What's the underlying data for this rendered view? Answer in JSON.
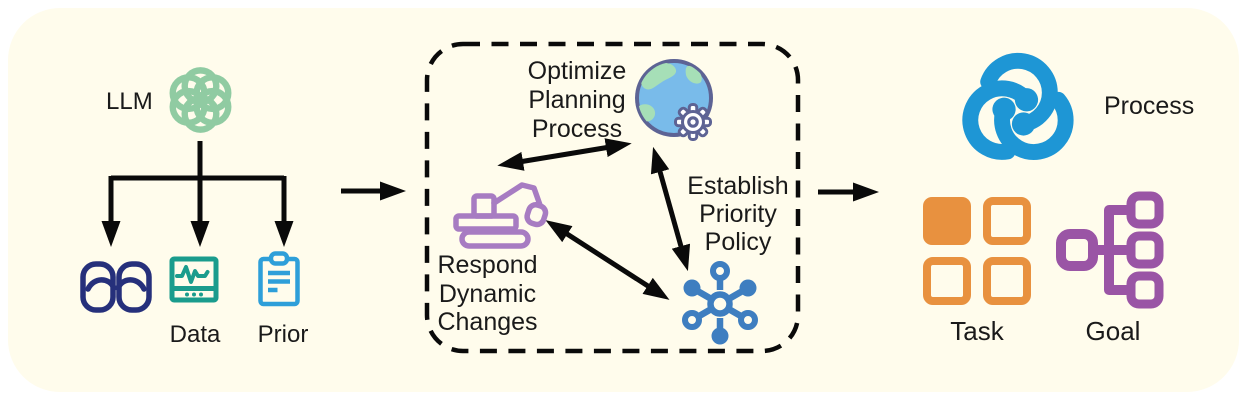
{
  "colors": {
    "panel": "#fffcec",
    "text": "#1a1a1a",
    "arrow": "#0a0a0a",
    "openai": "#90cba2",
    "lungs": "#26307b",
    "monitor": "#1a9c8d",
    "clipboard": "#2e9fd9",
    "globe": "#79bbea",
    "globe_land": "#a6dfb7",
    "globe_outline": "#5d6394",
    "excavator": "#a77cc2",
    "molecule": "#3e7ec0",
    "process": "#1e96d5",
    "task": "#e8913f",
    "goal": "#9a55a5"
  },
  "left": {
    "llm_label": "LLM",
    "data_label": "Data",
    "prior_label": "Prior",
    "icons": {
      "llm": "openai-logo-icon",
      "organ": "lungs-icon",
      "data": "vitals-monitor-icon",
      "prior": "clipboard-icon"
    }
  },
  "planning_box": {
    "optimize_lines": [
      "Optimize",
      "Planning",
      "Process"
    ],
    "respond_lines": [
      "Respond",
      "Dynamic",
      "Changes"
    ],
    "establish_lines": [
      "Establish",
      "Priority",
      "Policy"
    ],
    "icons": {
      "optimize": "globe-gear-icon",
      "respond": "excavator-icon",
      "establish": "network-hub-icon"
    }
  },
  "output": {
    "process_label": "Process",
    "task_label": "Task",
    "goal_label": "Goal",
    "icons": {
      "process": "triskelion-process-icon",
      "task": "grid-squares-icon",
      "goal": "hierarchy-tree-icon"
    }
  }
}
